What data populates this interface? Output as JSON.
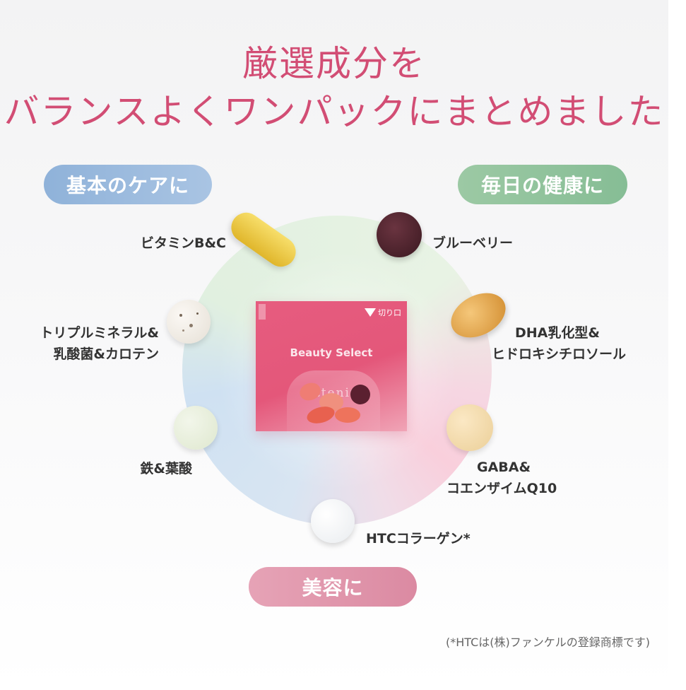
{
  "heading": {
    "line1": "厳選成分を",
    "line2": "バランスよくワンパックにまとめました"
  },
  "categories": {
    "basic": "基本のケアに",
    "daily": "毎日の健康に",
    "beauty": "美容に"
  },
  "package": {
    "cut_mark": "切り口",
    "product_name": "Beauty Select",
    "logo_text": "Attenir"
  },
  "ingredients": {
    "vitamin": "ビタミンB&C",
    "mineral_line1": "トリプルミネラル&",
    "mineral_line2": "乳酸菌&カロテン",
    "iron": "鉄&葉酸",
    "blueberry": "ブルーベリー",
    "dha_line1": "DHA乳化型&",
    "dha_line2": "ヒドロキシチロソール",
    "gaba_line1": "GABA&",
    "gaba_line2": "コエンザイムQ10",
    "collagen": "HTCコラーゲン*"
  },
  "footnote": "(*HTCは(株)ファンケルの登録商標です)",
  "colors": {
    "title": "#d24d74",
    "basic_pill": "#9bbbe0",
    "daily_pill": "#92c39d",
    "beauty_pill": "#e196ad",
    "package": "#e65c7f"
  }
}
